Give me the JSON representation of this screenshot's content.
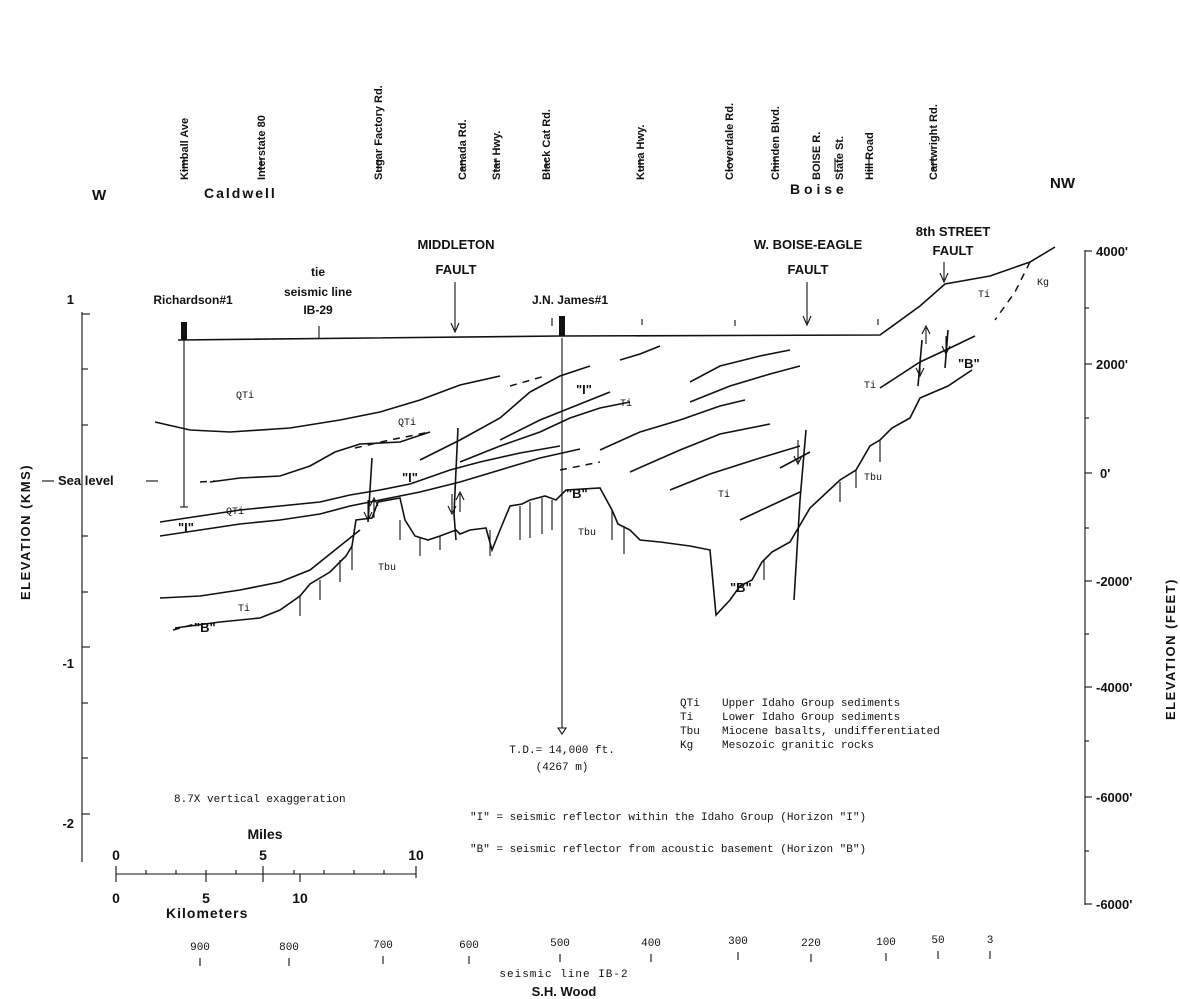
{
  "roads": [
    "Kimball Ave",
    "Interstate 80",
    "Sugar Factory Rd.",
    "Canada Rd.",
    "Star Hwy.",
    "Black Cat Rd.",
    "Kuna Hwy.",
    "Cloverdale Rd.",
    "Chinden Blvd.",
    "BOISE R.",
    "State St.",
    "Hill Road",
    "Cartwright Rd."
  ],
  "direction": {
    "west": "W",
    "northwest": "NW"
  },
  "cities": {
    "caldwell": "Caldwell",
    "boise": "B o i s e"
  },
  "faults": {
    "middleton": [
      "MIDDLETON",
      "FAULT"
    ],
    "west_boise_eagle": [
      "W. BOISE-EAGLE",
      "FAULT"
    ],
    "eighth_street": [
      "8th STREET",
      "FAULT"
    ]
  },
  "wells": {
    "richardson": "Richardson#1",
    "james": "J.N. James#1",
    "total_depth": [
      "T.D.= 14,000 ft.",
      "(4267 m)"
    ]
  },
  "tie_line": [
    "tie",
    "seismic line",
    "IB-29"
  ],
  "unit_labels": {
    "qti": "QTi",
    "ti": "Ti",
    "tbu": "Tbu",
    "kg": "Kg",
    "horizon_i": "\"I\"",
    "horizon_b": "\"B\""
  },
  "axes": {
    "left_title": "ELEVATION (KMS)",
    "right_title": "ELEVATION (FEET)",
    "sea_level": "Sea level",
    "left_ticks": [
      "1",
      "-1",
      "-2"
    ],
    "right_ticks": [
      "4000'",
      "2000'",
      "0'",
      "-2000'",
      "-4000'",
      "-6000'",
      "-6000'"
    ]
  },
  "legend": [
    {
      "code": "QTi",
      "desc": "Upper Idaho Group sediments"
    },
    {
      "code": "Ti",
      "desc": "Lower Idaho Group sediments"
    },
    {
      "code": "Tbu",
      "desc": "Miocene basalts, undifferentiated"
    },
    {
      "code": "Kg",
      "desc": "Mesozoic granitic rocks"
    }
  ],
  "notes": {
    "exaggeration": "8.7X vertical exaggeration",
    "horizon_i": "\"I\" = seismic reflector within the Idaho Group (Horizon \"I\")",
    "horizon_b": "\"B\" = seismic reflector from acoustic basement (Horizon \"B\")"
  },
  "scale": {
    "miles_title": "Miles",
    "miles_ticks": [
      "0",
      "5",
      "10"
    ],
    "km_ticks": [
      "0",
      "5",
      "10"
    ],
    "km_title": "Kilometers"
  },
  "shotpoints": [
    "900",
    "800",
    "700",
    "600",
    "500",
    "400",
    "300",
    "220",
    "100",
    "50",
    "3"
  ],
  "seismic_line": "seismic line IB-2",
  "credit": "S.H. Wood"
}
